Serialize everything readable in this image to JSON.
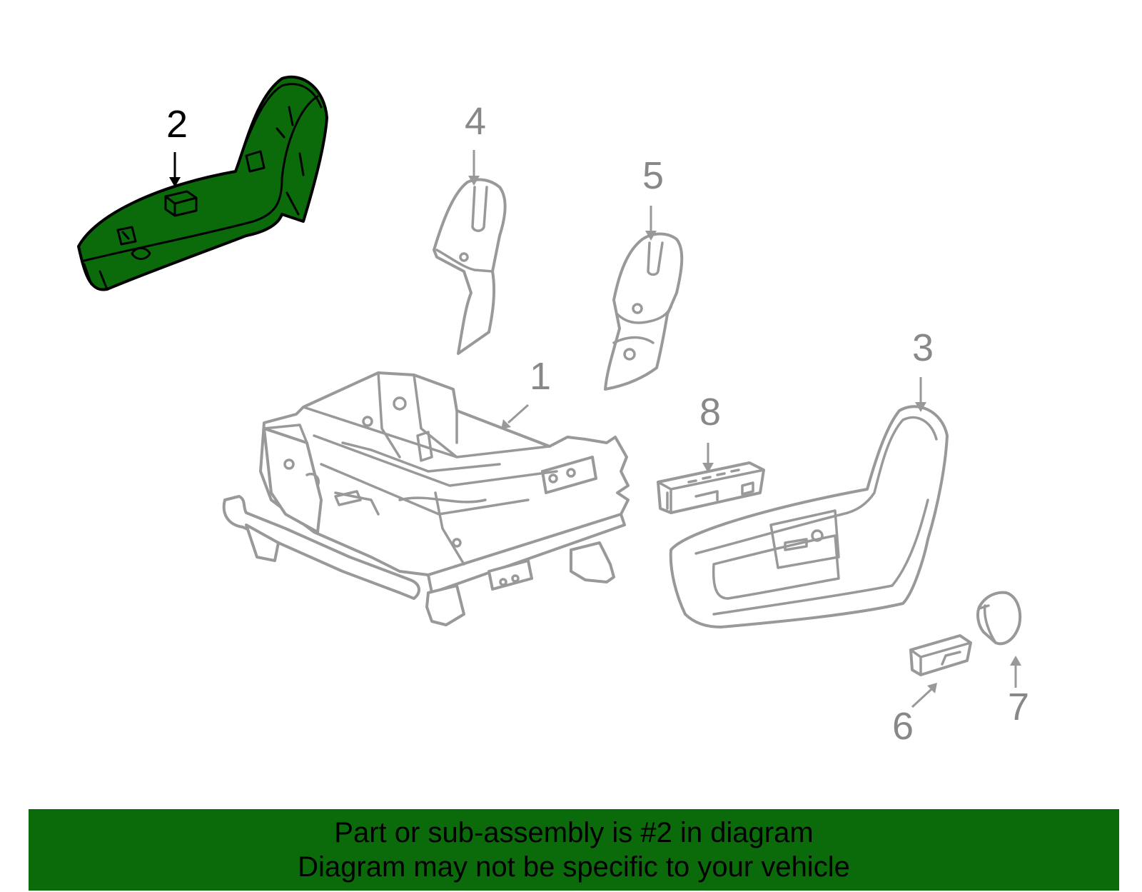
{
  "colors": {
    "highlight": "#0b6b0b",
    "part_stroke": "#999999",
    "highlight_stroke": "#000000",
    "callout_gray": "#888888",
    "callout_highlight": "#000000",
    "background": "#ffffff"
  },
  "highlighted_part": "2",
  "callouts": [
    {
      "id": "1",
      "label": "1"
    },
    {
      "id": "2",
      "label": "2"
    },
    {
      "id": "3",
      "label": "3"
    },
    {
      "id": "4",
      "label": "4"
    },
    {
      "id": "5",
      "label": "5"
    },
    {
      "id": "6",
      "label": "6"
    },
    {
      "id": "7",
      "label": "7"
    },
    {
      "id": "8",
      "label": "8"
    }
  ],
  "banner": {
    "line1": "Part or sub-assembly is #2 in diagram",
    "line2": "Diagram may not be specific to your vehicle"
  }
}
